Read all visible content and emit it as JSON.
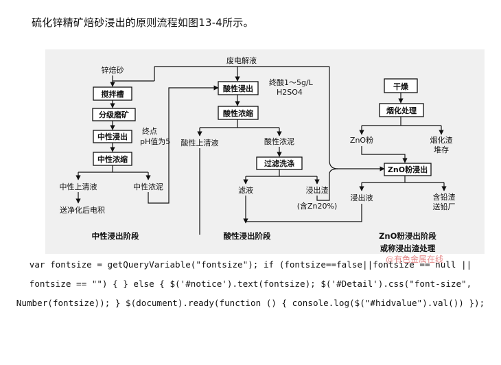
{
  "intro": "硫化锌精矿焙砂浸出的原则流程如图13-4所示。",
  "diagram": {
    "top_label": "废电解液",
    "input_label": "锌焙砂",
    "boxes": {
      "mix": "搅拌槽",
      "grind": "分级磨矿",
      "neutral_leach": "中性浸出",
      "neutral_thicken": "中性浓缩",
      "acid_leach": "酸性浸出",
      "acid_thicken": "酸性浓缩",
      "filter_wash": "过滤洗涤",
      "dry": "干燥",
      "fume": "烟化处理",
      "zno_leach": "ZnO粉浸出"
    },
    "labels": {
      "endpoint": "终点",
      "endpoint_ph": "pH值为5",
      "end_acid": "终酸1～5g/L",
      "h2so4": "H2SO4",
      "neutral_overflow": "中性上清液",
      "neutral_sludge": "中性浓泥",
      "to_purify": "送净化后电积",
      "acid_overflow": "酸性上清液",
      "acid_sludge": "酸性浓泥",
      "filtrate": "滤液",
      "leach_residue": "浸出渣",
      "residue_zn": "(含Zn20%)",
      "zno_powder": "ZnO粉",
      "fume_slag": "烟化渣",
      "stockpile": "堆存",
      "leach_solution": "浸出液",
      "lead_residue": "含铅渣",
      "to_lead_plant": "送铅厂"
    },
    "stages": {
      "neutral": "中性浸出阶段",
      "acid": "酸性浸出阶段",
      "zno_1": "ZnO粉浸出阶段",
      "zno_2": "或称浸出渣处理"
    }
  },
  "watermark": "@有色金属在线",
  "code_text": "var fontsize = getQueryVariable(\"fontsize\"); if (fontsize==false||fontsize == null || fontsize == \"\") { } else { $('#notice').text(fontsize); $('#Detail').css(\"font-size\", Number(fontsize)); } $(document).ready(function () { console.log($(\"#hidvalue\").val()) });"
}
